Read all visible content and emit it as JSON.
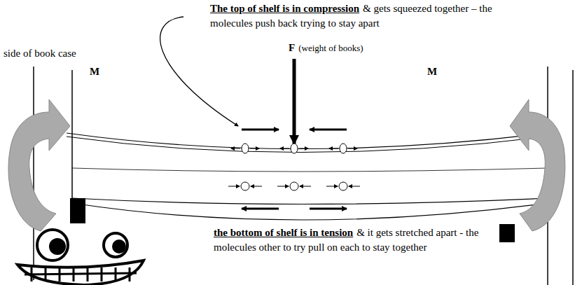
{
  "diagram": {
    "labels": [
      "The top of shelf is in compression",
      "& gets squeezed together – the molecules push back trying to stay apart",
      "side of book case",
      "F",
      "(weight of books)",
      "M",
      "M",
      "the bottom of shelf is in tension",
      "& it gets stretched apart - the molecules other to try pull on each to stay together"
    ]
  }
}
